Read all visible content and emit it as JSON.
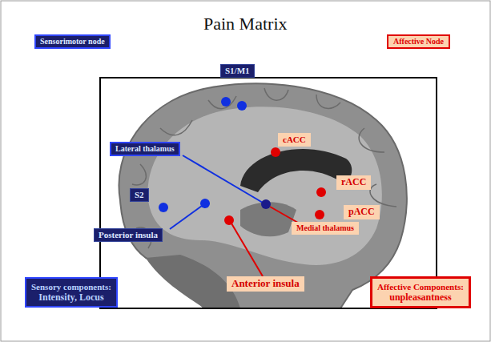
{
  "diagram": {
    "title": "Pain Matrix",
    "nodes": [
      {
        "text": [
          "Sensorimotor node"
        ]
      },
      {
        "text": [
          "Affective Node"
        ]
      },
      {
        "text": [
          "S1/M1"
        ]
      },
      {
        "text": [
          "cACC"
        ]
      },
      {
        "text": [
          "Lateral thalamus"
        ]
      },
      {
        "text": [
          "rACC"
        ]
      },
      {
        "text": [
          "S2"
        ]
      },
      {
        "text": [
          "pACC"
        ]
      },
      {
        "text": [
          "Posterior insula"
        ]
      },
      {
        "text": [
          "Medial thalamus"
        ]
      },
      {
        "text": [
          "Sensory components:",
          "Intensity, Locus"
        ]
      },
      {
        "text": [
          "Anterior insula"
        ]
      },
      {
        "text": [
          "Affective Components:",
          "unpleasantness"
        ]
      }
    ]
  }
}
